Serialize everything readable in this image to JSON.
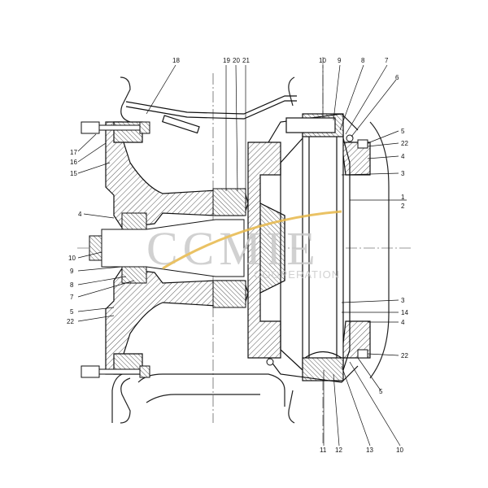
{
  "watermark": {
    "brand": "CCMIE",
    "sub": "COOPERATION",
    "swoosh_color": "#e7b84a"
  },
  "labels": [
    {
      "id": "top-18",
      "text": "18"
    },
    {
      "id": "top-19",
      "text": "19"
    },
    {
      "id": "top-20",
      "text": "20"
    },
    {
      "id": "top-21",
      "text": "21"
    },
    {
      "id": "top-10",
      "text": "10"
    },
    {
      "id": "top-9",
      "text": "9"
    },
    {
      "id": "top-8",
      "text": "8"
    },
    {
      "id": "top-7",
      "text": "7"
    },
    {
      "id": "right-6",
      "text": "6"
    },
    {
      "id": "right-5a",
      "text": "5"
    },
    {
      "id": "right-22a",
      "text": "22"
    },
    {
      "id": "right-4a",
      "text": "4"
    },
    {
      "id": "right-3a",
      "text": "3"
    },
    {
      "id": "right-1",
      "text": "1"
    },
    {
      "id": "right-2",
      "text": "2"
    },
    {
      "id": "right-3b",
      "text": "3"
    },
    {
      "id": "right-14",
      "text": "14"
    },
    {
      "id": "right-4b",
      "text": "4"
    },
    {
      "id": "right-22b",
      "text": "22"
    },
    {
      "id": "right-5b",
      "text": "5"
    },
    {
      "id": "left-17",
      "text": "17"
    },
    {
      "id": "left-16",
      "text": "16"
    },
    {
      "id": "left-15",
      "text": "15"
    },
    {
      "id": "left-4",
      "text": "4"
    },
    {
      "id": "left-10",
      "text": "10"
    },
    {
      "id": "left-9",
      "text": "9"
    },
    {
      "id": "left-8",
      "text": "8"
    },
    {
      "id": "left-7",
      "text": "7"
    },
    {
      "id": "left-5",
      "text": "5"
    },
    {
      "id": "left-22",
      "text": "22"
    },
    {
      "id": "bot-11",
      "text": "11"
    },
    {
      "id": "bot-12",
      "text": "12"
    },
    {
      "id": "bot-13",
      "text": "13"
    },
    {
      "id": "bot-10",
      "text": "10"
    }
  ]
}
